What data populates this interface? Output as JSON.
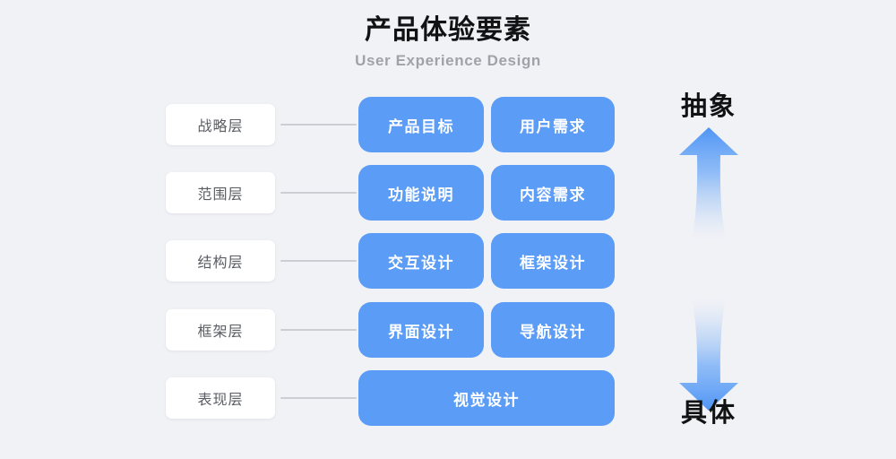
{
  "header": {
    "title": "产品体验要素",
    "subtitle": "User Experience Design"
  },
  "colors": {
    "background": "#f1f2f6",
    "card_blue": "#5b9cf6",
    "label_white": "#ffffff",
    "label_text": "#5a5d63",
    "connector_gray": "#ccced4",
    "title_black": "#111214",
    "subtitle_gray": "#a0a2a8"
  },
  "diagram": {
    "rows": [
      {
        "layer": "战略层",
        "cards": [
          "产品目标",
          "用户需求"
        ]
      },
      {
        "layer": "范围层",
        "cards": [
          "功能说明",
          "内容需求"
        ]
      },
      {
        "layer": "结构层",
        "cards": [
          "交互设计",
          "框架设计"
        ]
      },
      {
        "layer": "框架层",
        "cards": [
          "界面设计",
          "导航设计"
        ]
      },
      {
        "layer": "表现层",
        "cards": [
          "视觉设计"
        ]
      }
    ]
  },
  "axis": {
    "top_label": "抽象",
    "bottom_label": "具体",
    "up_arrow_icon": "arrow-up-icon",
    "down_arrow_icon": "arrow-down-icon"
  }
}
